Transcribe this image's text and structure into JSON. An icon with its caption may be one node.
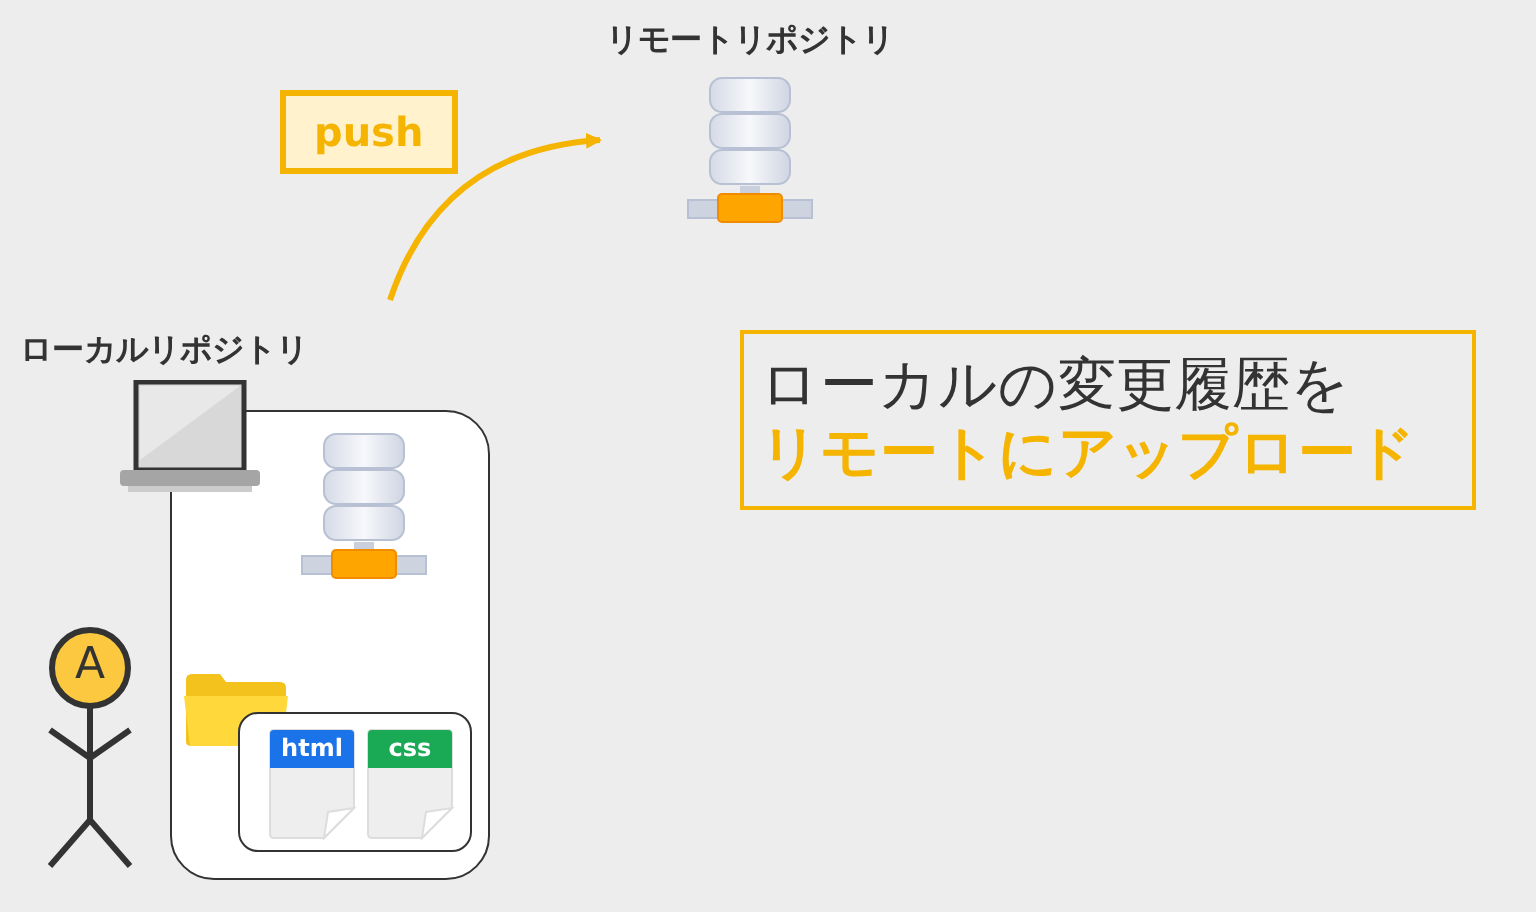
{
  "diagram": {
    "nodes": [
      {
        "text": [
          "ローカルリポジトリ"
        ]
      },
      {
        "text": [],
        "shape": "box",
        "in": 0
      },
      {
        "text": [
          "html"
        ],
        "in": 1
      },
      {
        "text": [
          "css"
        ],
        "in": 1
      },
      {
        "text": [
          "A"
        ]
      },
      {
        "text": [
          "リモートリポジトリ"
        ]
      },
      {
        "text": [
          "ローカルの変更履歴を",
          "リモートにアップロード"
        ]
      }
    ],
    "edges": [
      {
        "from": 0,
        "to": 5,
        "arrow": "to",
        "label": "push"
      }
    ]
  }
}
